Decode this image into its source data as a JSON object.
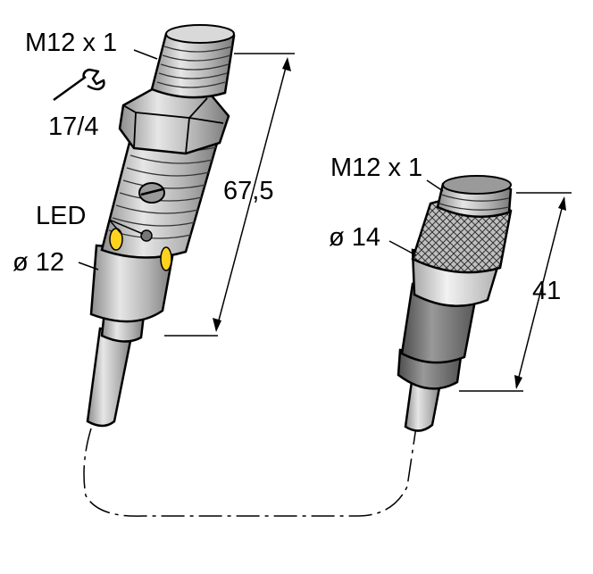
{
  "labels": {
    "thread_sensor": "M12 x 1",
    "wrench_size": "17/4",
    "length_sensor": "67,5",
    "led": "LED",
    "diameter_sensor": "ø 12",
    "thread_connector": "M12 x 1",
    "diameter_connector": "ø 14",
    "length_connector": "41"
  },
  "icons": {
    "wrench": "wrench-icon"
  },
  "colors": {
    "metal": "#b3b3b3",
    "metal_light": "#d9d9d9",
    "body_dark": "#7f7f7f",
    "led": "#ffd21f",
    "cable": "#c4c4c4",
    "outline": "#000000"
  }
}
